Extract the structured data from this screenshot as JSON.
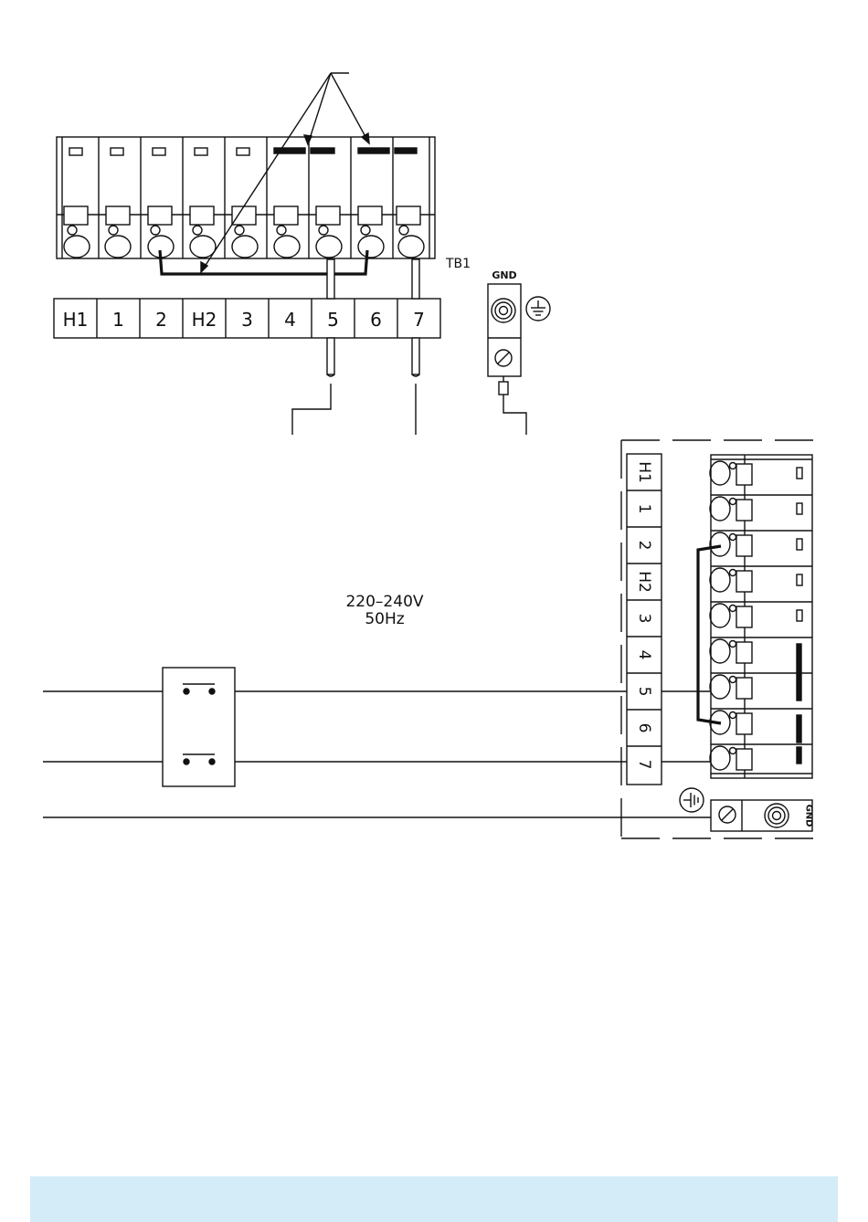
{
  "terminals": [
    "H1",
    "1",
    "2",
    "H2",
    "3",
    "4",
    "5",
    "6",
    "7"
  ],
  "tb_label": "TB1",
  "gnd_label": "GND",
  "voltage": "220–240V",
  "frequency": "50Hz",
  "icons": {
    "ground": "ground-symbol-icon",
    "screw": "screw-terminal-icon",
    "stud": "ground-stud-icon"
  },
  "colors": {
    "line": "#111111",
    "band": "#d4ecf7"
  }
}
